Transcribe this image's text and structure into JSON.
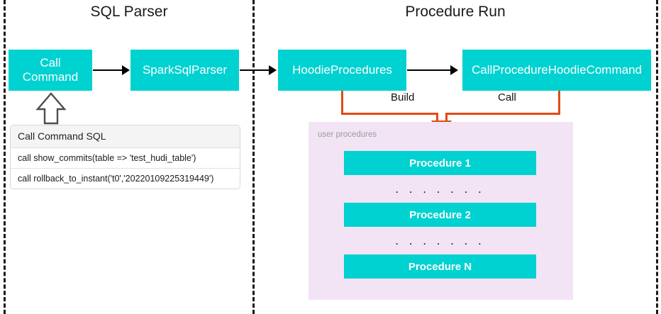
{
  "diagram": {
    "title_left": "SQL Parser",
    "title_right": "Procedure Run",
    "colors": {
      "box_fill": "#00d1d1",
      "box_text": "#ffffff",
      "panel_fill": "#f2e4f5",
      "connector_orange": "#e24a15",
      "connector_black": "#000000",
      "divider": "#1a1a1a"
    },
    "left_section": {
      "nodes": [
        {
          "label_line1": "Call",
          "label_line2": "Command"
        },
        {
          "label": "SparkSqlParser"
        }
      ],
      "sql_card": {
        "header": "Call Command SQL",
        "rows": [
          "call show_commits(table => 'test_hudi_table')",
          "call rollback_to_instant('t0','20220109225319449')"
        ]
      }
    },
    "right_section": {
      "nodes": [
        {
          "label": "HoodieProcedures"
        },
        {
          "label": "CallProcedureHoodieCommand"
        }
      ],
      "edge_labels": {
        "build": "Build",
        "call": "Call"
      },
      "panel": {
        "caption": "user procedures",
        "procedures": [
          "Procedure 1",
          "Procedure 2",
          "Procedure N"
        ],
        "ellipsis": ". . . . . . ."
      }
    }
  }
}
